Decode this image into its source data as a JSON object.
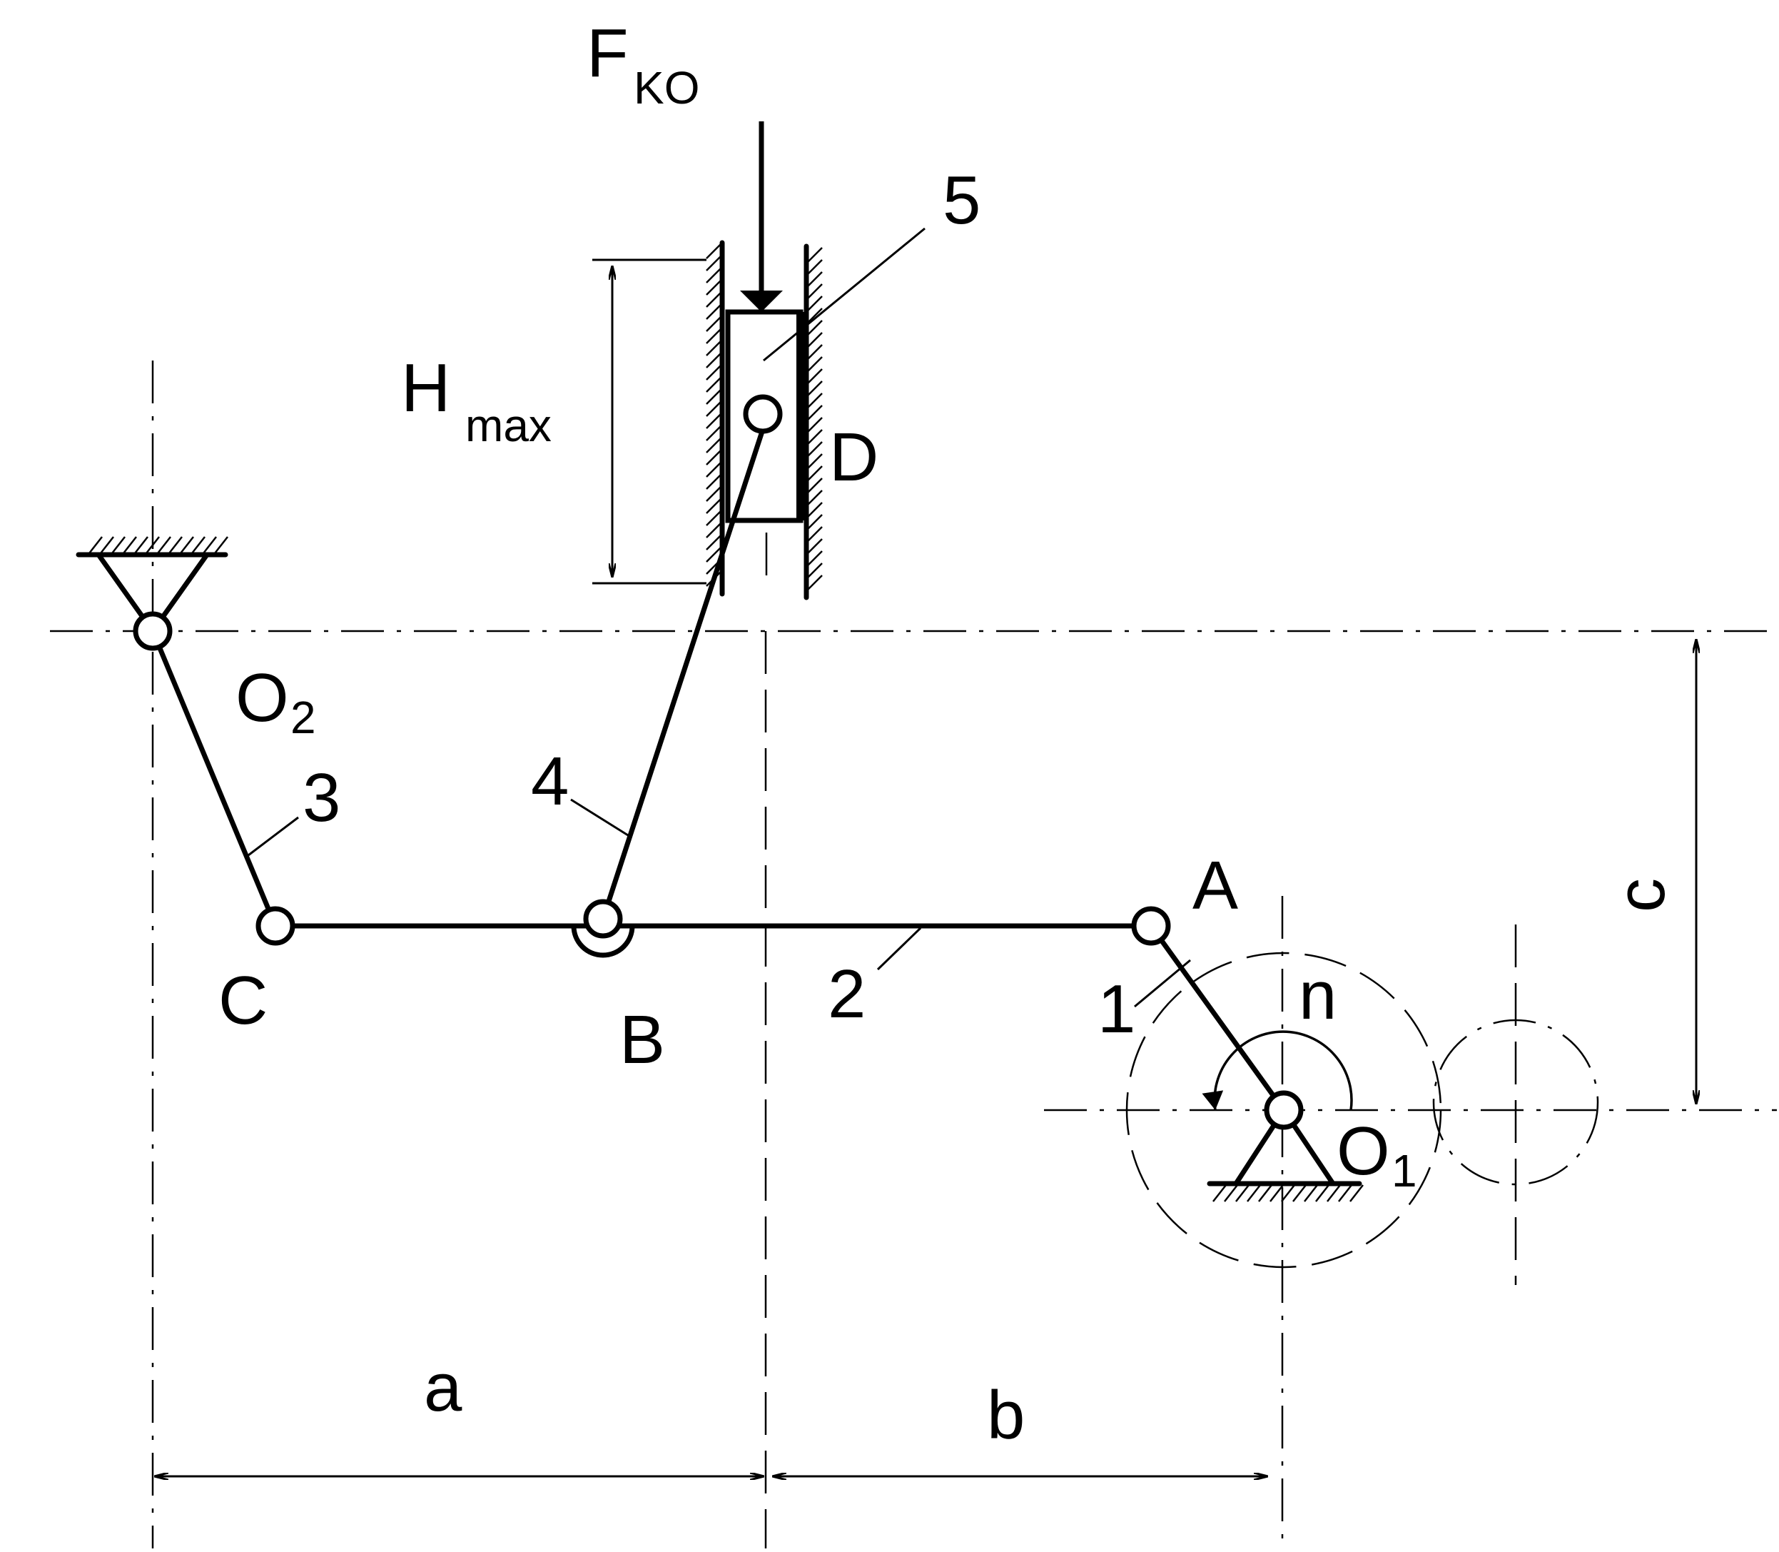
{
  "diagram": {
    "force_label": "F",
    "force_subscript": "KO",
    "hmax_label": "H",
    "hmax_subscript": "max",
    "points": {
      "A": "A",
      "B": "B",
      "C": "C",
      "D": "D",
      "O1": "O",
      "O1_sub": "1",
      "O2": "O",
      "O2_sub": "2"
    },
    "link_numbers": {
      "link1": "1",
      "link2": "2",
      "link3": "3",
      "link4": "4",
      "link5": "5"
    },
    "rotation_label": "n",
    "dimensions": {
      "a": "a",
      "b": "b",
      "c": "c"
    }
  }
}
